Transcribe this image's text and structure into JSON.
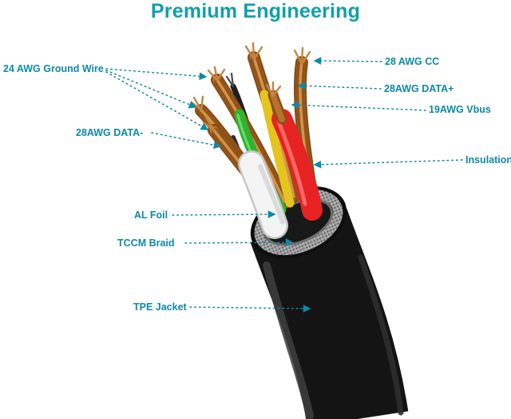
{
  "title": "Premium Engineering",
  "colors": {
    "title_teal": "#0fa0a8",
    "accent": "#0d89a8",
    "cable_black": "#141414",
    "braid_gray": "#9b9b9b",
    "copper": "#b5732c",
    "wire_green": "#2db52d",
    "wire_yellow": "#e6c41f",
    "wire_red": "#e62222",
    "wire_white": "#f4f4f4"
  },
  "labels": {
    "ground_wire": "24 AWG Ground Wire",
    "data_minus": "28AWG DATA-",
    "al_foil": "AL Foil",
    "tccm_braid": "TCCM Braid",
    "tpe_jacket": "TPE Jacket",
    "cc": "28 AWG CC",
    "data_plus": "28AWG DATA+",
    "vbus": "19AWG Vbus",
    "insulation": "Insulation"
  }
}
